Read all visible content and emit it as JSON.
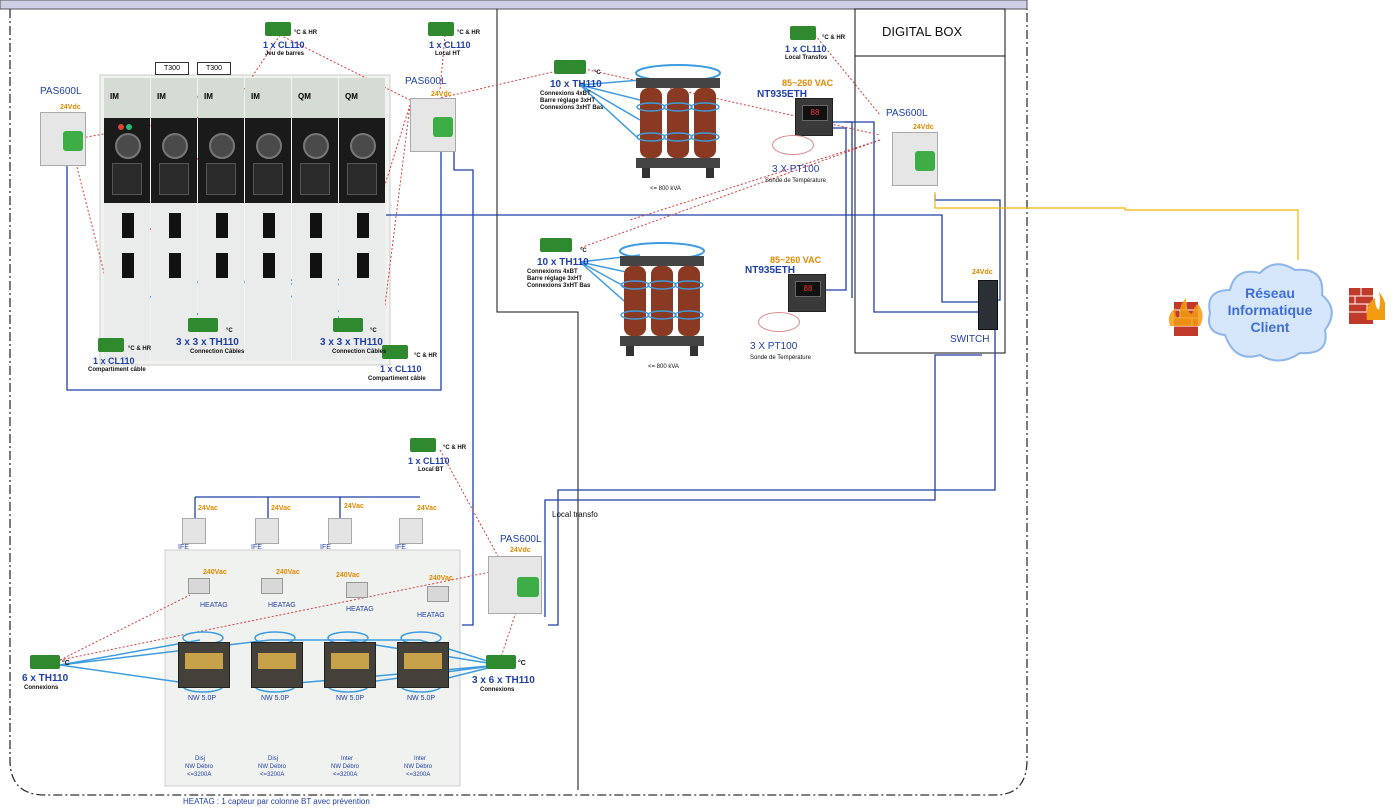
{
  "labels": {
    "digital_box": "DIGITAL BOX",
    "local_transfo": "Local transfo",
    "heatag_note": "HEATAG : 1 capteur par colonne BT avec prévention",
    "switch": "SWITCH",
    "cloud": [
      "Réseau",
      "Informatique",
      "Client"
    ]
  },
  "pas600l": {
    "name": "PAS600L",
    "voltage": "24Vdc"
  },
  "cl110": [
    {
      "qty": "1 x CL110",
      "desc": "Jeu de barres",
      "tag": "°C & HR"
    },
    {
      "qty": "1 x CL110",
      "desc": "Local HT",
      "tag": "°C & HR"
    },
    {
      "qty": "1 x CL110",
      "desc": "Local Transfos",
      "tag": "°C & HR"
    },
    {
      "qty": "1 x CL110",
      "desc": "Compartiment câble",
      "tag": "°C & HR"
    },
    {
      "qty": "1 x CL110",
      "desc": "Compartiment câble",
      "tag": "°C & HR"
    },
    {
      "qty": "1 x CL110",
      "desc": "Local BT",
      "tag": "°C & HR"
    }
  ],
  "th110": [
    {
      "qty": "10 x TH110",
      "desc": [
        "Connexions 4xBT",
        "Barre réglage 3xHT",
        "Connexions 3xHT Bas"
      ],
      "tag": "°C"
    },
    {
      "qty": "10 x TH110",
      "desc": [
        "Connexions 4xBT",
        "Barre réglage 3xHT",
        "Connexions 3xHT Bas"
      ],
      "tag": "°C"
    },
    {
      "qty": "3 x 3 x TH110",
      "desc": [
        "Connection Câbles"
      ],
      "tag": "°C"
    },
    {
      "qty": "3 x 3 x TH110",
      "desc": [
        "Connection Câbles"
      ],
      "tag": "°C"
    },
    {
      "qty": "6 x TH110",
      "desc": [
        "Connexions"
      ],
      "tag": "°C"
    },
    {
      "qty": "3 x 6 x TH110",
      "desc": [
        "Connexions"
      ],
      "tag": "°C"
    }
  ],
  "t300": [
    "T300",
    "T300"
  ],
  "hv_cells": [
    "IM",
    "IM",
    "IM",
    "IM",
    "QM",
    "QM"
  ],
  "transformers": [
    {
      "rating": "<= 800 kVA",
      "relay": "NT935ETH",
      "supply": "85~260 VAC",
      "probe": "3 X PT100",
      "probe_desc": "Sonde de Température"
    },
    {
      "rating": "<= 800 kVA",
      "relay": "NT935ETH",
      "supply": "85~260 VAC",
      "probe": "3 X PT100",
      "probe_desc": "Sonde de Température"
    }
  ],
  "lv_columns": [
    {
      "ife": "IFE",
      "ife_v": "24Vac",
      "heatag": "HEATAG",
      "heatag_v": "240Vac",
      "breaker": "NW 5.0P",
      "bottom": [
        "Disj",
        "NW Débro",
        "<=3200A"
      ]
    },
    {
      "ife": "IFE",
      "ife_v": "24Vac",
      "heatag": "HEATAG",
      "heatag_v": "240Vac",
      "breaker": "NW 5.0P",
      "bottom": [
        "Disj",
        "NW Débro",
        "<=3200A"
      ]
    },
    {
      "ife": "IFE",
      "ife_v": "24Vac",
      "heatag": "HEATAG",
      "heatag_v": "240Vac",
      "breaker": "NW 5.0P",
      "bottom": [
        "Inter",
        "NW Débro",
        "<=3200A"
      ]
    },
    {
      "ife": "IFE",
      "ife_v": "24Vac",
      "heatag": "HEATAG",
      "heatag_v": "240Vac",
      "breaker": "NW 5.0P",
      "bottom": [
        "Inter",
        "NW Débro",
        "<=3200A"
      ]
    }
  ],
  "switch_v": "24Vdc",
  "colors": {
    "blue_line": "#1f3fa8",
    "orange_line": "#f2b600",
    "red_dotted": "#d04040",
    "sensor_green": "#2f8a2f",
    "cloud": "#b9d3f7"
  }
}
